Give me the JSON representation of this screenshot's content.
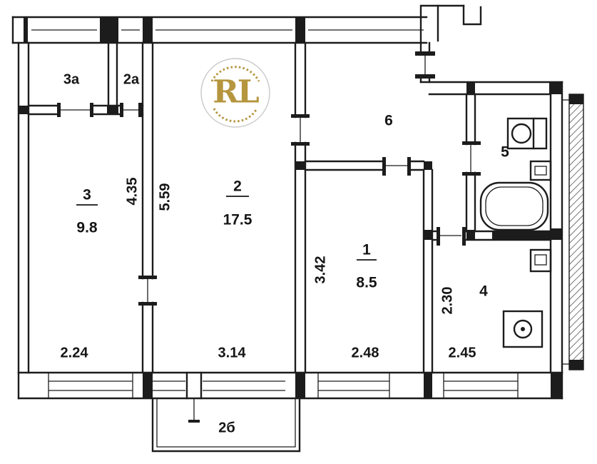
{
  "logo": {
    "text": "RL",
    "gold": "#b5953e"
  },
  "colors": {
    "ink": "#1c1c1c",
    "paper": "#ffffff"
  },
  "rooms": {
    "r3a": {
      "label": "3а"
    },
    "r2a": {
      "label": "2а"
    },
    "r3": {
      "label": "3",
      "area": "9.8",
      "width": "2.24",
      "depth": "4.35"
    },
    "r2": {
      "label": "2",
      "area": "17.5",
      "width": "3.14",
      "depth": "5.59"
    },
    "r1": {
      "label": "1",
      "area": "8.5",
      "width": "2.48",
      "depth": "3.42"
    },
    "r4": {
      "label": "4",
      "width": "2.45",
      "depth": "2.30"
    },
    "r5": {
      "label": "5"
    },
    "r6": {
      "label": "6"
    },
    "balcony": {
      "label": "2б"
    }
  }
}
